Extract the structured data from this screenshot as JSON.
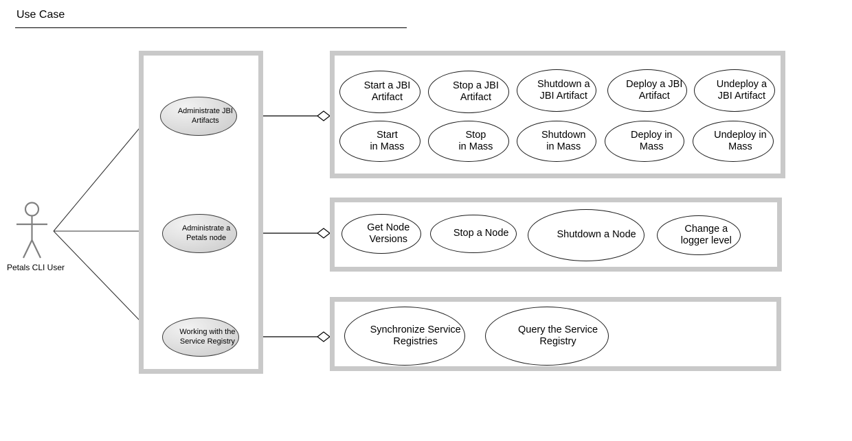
{
  "diagram": {
    "title": "Use Case",
    "type": "uml-use-case"
  },
  "actor": {
    "name": "Petals CLI User",
    "icon": "stick-figure-actor-icon",
    "color": "#808080"
  },
  "style": {
    "package_border": "#c9c9c9",
    "usecase_stroke": "#1a1a1a",
    "actor_usecase_fill": "#d4d4d4",
    "line": "#000000"
  },
  "packages": [
    {
      "id": "actor-goals",
      "label": "",
      "use_cases": [
        {
          "id": "administrate-jbi-artifacts",
          "lines": [
            "Administrate JBI",
            "Artifacts"
          ],
          "text": "Administrate JBI Artifacts"
        },
        {
          "id": "administrate-petals-node",
          "lines": [
            "Administrate a",
            "Petals node"
          ],
          "text": "Administrate a Petals node"
        },
        {
          "id": "working-with-service-registry",
          "lines": [
            "Working with the",
            "Service Registry"
          ],
          "text": "Working with the Service Registry"
        }
      ]
    },
    {
      "id": "jbi-artifacts-package",
      "label": "",
      "use_cases": [
        {
          "id": "start-a-jbi-artifact",
          "lines": [
            "Start a JBI",
            "Artifact"
          ],
          "text": "Start a JBI Artifact"
        },
        {
          "id": "stop-a-jbi-artifact",
          "lines": [
            "Stop a JBI",
            "Artifact"
          ],
          "text": "Stop a JBI Artifact"
        },
        {
          "id": "shutdown-a-jbi-artifact",
          "lines": [
            "Shutdown a",
            "JBI Artifact"
          ],
          "text": "Shutdown a JBI Artifact"
        },
        {
          "id": "deploy-a-jbi-artifact",
          "lines": [
            "Deploy a JBI",
            "Artifact"
          ],
          "text": "Deploy a JBI Artifact"
        },
        {
          "id": "undeploy-a-jbi-artifact",
          "lines": [
            "Undeploy a",
            "JBI Artifact"
          ],
          "text": "Undeploy a JBI Artifact"
        },
        {
          "id": "start-in-mass",
          "lines": [
            "Start",
            "in Mass"
          ],
          "text": "Start in Mass"
        },
        {
          "id": "stop-in-mass",
          "lines": [
            "Stop",
            "in Mass"
          ],
          "text": "Stop in Mass"
        },
        {
          "id": "shutdown-in-mass",
          "lines": [
            "Shutdown",
            "in Mass"
          ],
          "text": "Shutdown in Mass"
        },
        {
          "id": "deploy-in-mass",
          "lines": [
            "Deploy in",
            "Mass"
          ],
          "text": "Deploy in Mass"
        },
        {
          "id": "undeploy-in-mass",
          "lines": [
            "Undeploy in",
            "Mass"
          ],
          "text": "Undeploy in Mass"
        }
      ]
    },
    {
      "id": "petals-node-package",
      "label": "",
      "use_cases": [
        {
          "id": "get-node-versions",
          "lines": [
            "Get Node",
            "Versions"
          ],
          "text": "Get Node Versions"
        },
        {
          "id": "stop-a-node",
          "lines": [
            "Stop a Node"
          ],
          "text": "Stop a Node"
        },
        {
          "id": "shutdown-a-node",
          "lines": [
            "Shutdown a Node"
          ],
          "text": "Shutdown a Node"
        },
        {
          "id": "change-a-logger-level",
          "lines": [
            "Change a",
            "logger level"
          ],
          "text": "Change a logger level"
        }
      ]
    },
    {
      "id": "service-registry-package",
      "label": "",
      "use_cases": [
        {
          "id": "synchronize-service-registries",
          "lines": [
            "Synchronize Service",
            "Registries"
          ],
          "text": "Synchronize Service Registries"
        },
        {
          "id": "query-the-service-registry",
          "lines": [
            "Query the Service",
            "Registry"
          ],
          "text": "Query the Service Registry"
        }
      ]
    }
  ],
  "connections": [
    {
      "id": "actor-to-administrate-jbi-artifacts",
      "from": "Petals CLI User",
      "to": "Administrate JBI Artifacts",
      "kind": "association-arrow"
    },
    {
      "id": "actor-to-administrate-petals-node",
      "from": "Petals CLI User",
      "to": "Administrate a Petals node",
      "kind": "association-arrow"
    },
    {
      "id": "actor-to-working-with-service-registry",
      "from": "Petals CLI User",
      "to": "Working with the Service Registry",
      "kind": "association-arrow"
    },
    {
      "id": "jbi-artifacts-aggregation",
      "from": "Administrate JBI Artifacts",
      "to": "jbi-artifacts-package",
      "kind": "aggregation-diamond"
    },
    {
      "id": "petals-node-aggregation",
      "from": "Administrate a Petals node",
      "to": "petals-node-package",
      "kind": "aggregation-diamond"
    },
    {
      "id": "service-registry-aggregation",
      "from": "Working with the Service Registry",
      "to": "service-registry-package",
      "kind": "aggregation-diamond"
    }
  ]
}
